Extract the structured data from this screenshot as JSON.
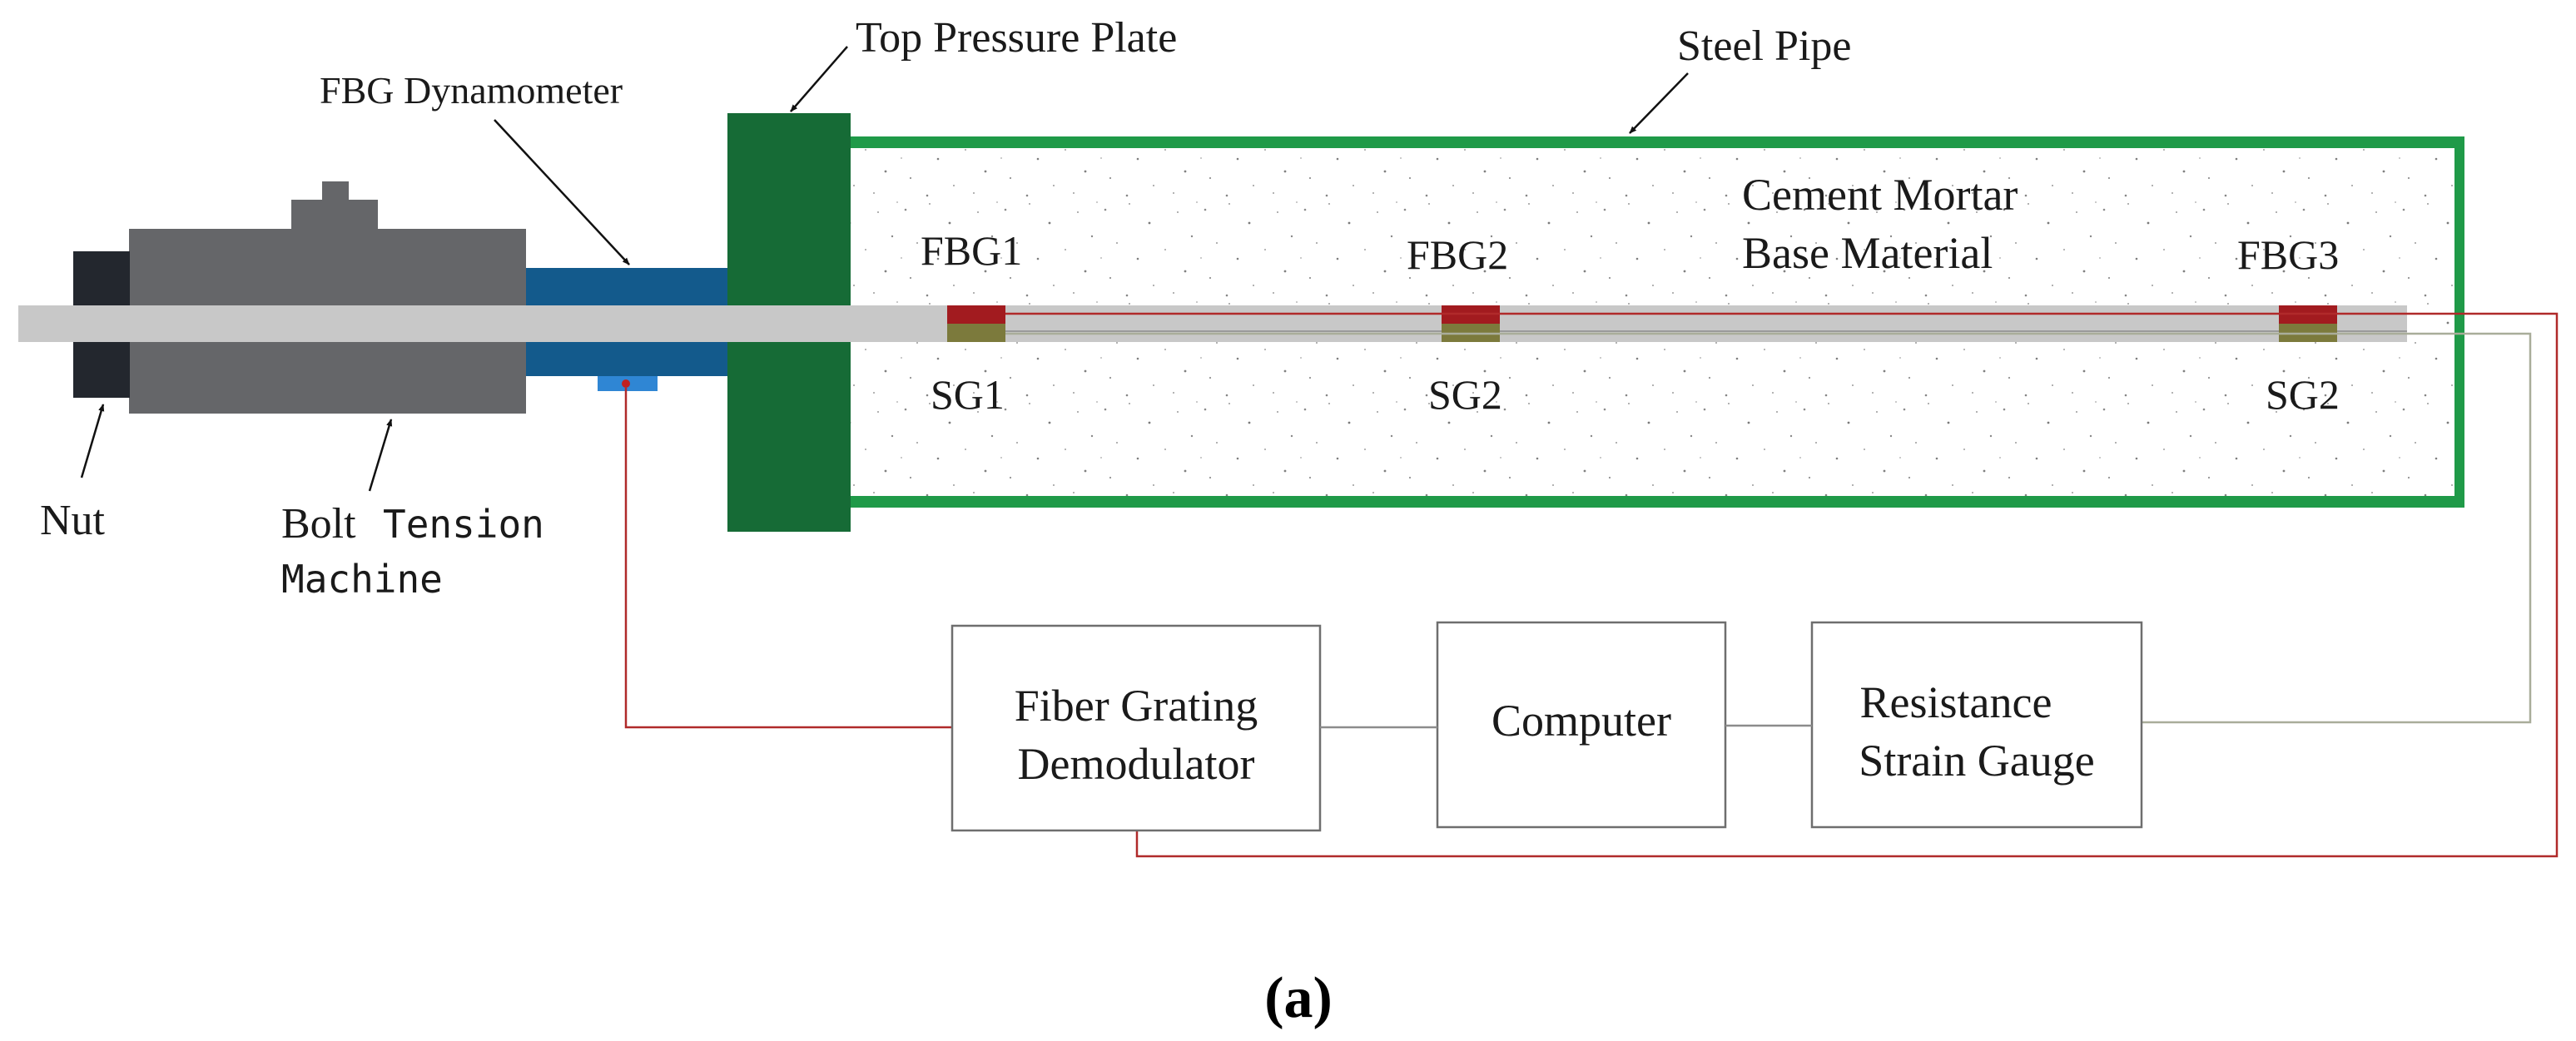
{
  "labels": {
    "top_pressure_plate": "Top Pressure Plate",
    "steel_pipe": "Steel Pipe",
    "fbg_dynamometer": "FBG Dynamometer",
    "cement_line1": "Cement Mortar",
    "cement_line2": "Base Material",
    "fbg1": "FBG1",
    "fbg2": "FBG2",
    "fbg3": "FBG3",
    "sg1": "SG1",
    "sg2a": "SG2",
    "sg2b": "SG2",
    "nut": "Nut",
    "bolt": "Bolt",
    "tension": "Tension",
    "machine": "Machine"
  },
  "boxes": {
    "demodulator_line1": "Fiber Grating",
    "demodulator_line2": "Demodulator",
    "computer": "Computer",
    "strain_line1": "Resistance",
    "strain_line2": "Strain Gauge"
  },
  "caption": "(a)",
  "colors": {
    "steel_pipe": "#1f9a48",
    "pressure_plate": "#166b36",
    "dynamometer": "#135a8c",
    "dyn_sensor": "#2f86d4",
    "bolt": "#c8c8c8",
    "machine": "#656669",
    "nut": "#23272e",
    "fbg_marker": "#a21b1f",
    "sg_marker": "#7c7a3c",
    "fiber_wire": "#b02a2a",
    "gauge_wire": "#a9ad9a",
    "box_border": "#6e6e6e"
  }
}
